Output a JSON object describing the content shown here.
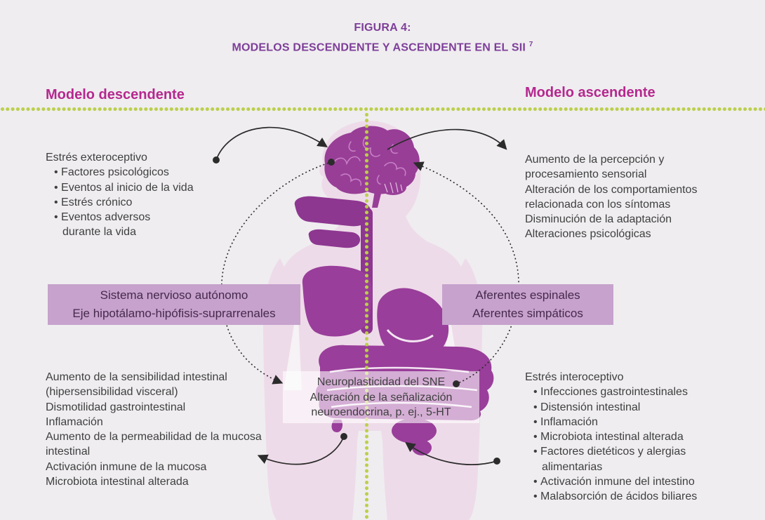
{
  "title": {
    "label": "FIGURA 4:",
    "subtitle": "MODELOS DESCENDENTE Y ASCENDENTE EN EL SII",
    "reference": "7"
  },
  "descending": {
    "heading": "Modelo descendente",
    "exteroceptive": {
      "title": "Estrés exteroceptivo",
      "items": [
        "Factores psicológicos",
        "Eventos al inicio de la vida",
        "Estrés crónico",
        "Eventos adversos\ndurante la vida"
      ]
    },
    "box": {
      "line1": "Sistema nervioso autónomo",
      "line2": "Eje hipotálamo-hipófisis-suprarrenales"
    },
    "effects": {
      "lines": [
        "Aumento de la sensibilidad intestinal\n(hipersensibilidad visceral)",
        "Dismotilidad gastrointestinal",
        "Inflamación",
        "Aumento de la permeabilidad de la mucosa\nintestinal",
        "Activación inmune de la mucosa",
        "Microbiota intestinal alterada"
      ]
    }
  },
  "ascending": {
    "heading": "Modelo ascendente",
    "perception": {
      "lines": [
        "Aumento de la percepción y\nprocesamiento sensorial",
        "Alteración de los comportamientos\nrelacionada con los síntomas",
        "Disminución de la adaptación",
        "Alteraciones psicológicas"
      ]
    },
    "box": {
      "line1": "Aferentes espinales",
      "line2": "Aferentes simpáticos"
    },
    "interoceptive": {
      "title": "Estrés interoceptivo",
      "items": [
        "Infecciones gastrointestinales",
        "Distensión intestinal",
        "Inflamación",
        "Microbiota intestinal alterada",
        "Factores dietéticos y alergias\nalimentarias",
        "Activación inmune del intestino",
        "Malabsorción de ácidos biliares"
      ]
    }
  },
  "center": {
    "lines": [
      "Neuroplasticidad del SNE",
      "Alteración de la señalización",
      "neuroendocrina, p. ej., 5-HT"
    ]
  },
  "colors": {
    "accent_magenta": "#b5288e",
    "title_purple": "#7e3e99",
    "dotted_green": "#bccf4a",
    "box_purple": "#c6a2cc",
    "box_text_purple": "#46294d",
    "organ_purple": "#983e97",
    "body_pink": "#eedbe9",
    "body_text": "#3f3f3f",
    "arrow_dark": "#2b2b2b"
  }
}
